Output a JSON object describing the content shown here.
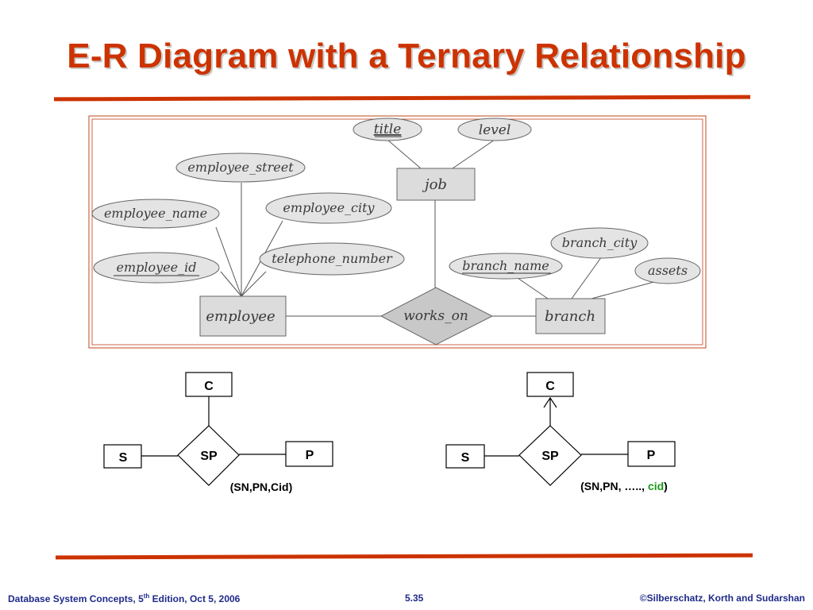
{
  "slide": {
    "title": "E-R Diagram with a Ternary Relationship"
  },
  "er_diagram": {
    "entities": {
      "job": "job",
      "employee": "employee",
      "branch": "branch"
    },
    "relationship": "works_on",
    "attributes": {
      "title": "title",
      "level": "level",
      "employee_street": "employee_street",
      "employee_name": "employee_name",
      "employee_city": "employee_city",
      "employee_id": "employee_id",
      "telephone_number": "telephone_number",
      "branch_city": "branch_city",
      "branch_name": "branch_name",
      "assets": "assets"
    },
    "key_attributes": [
      "title",
      "employee_id",
      "branch_name"
    ]
  },
  "left_diagram": {
    "top_box": "C",
    "left_box": "S",
    "right_box": "P",
    "relationship": "SP",
    "key_label": "(SN,PN,Cid)"
  },
  "right_diagram": {
    "top_box": "C",
    "left_box": "S",
    "right_box": "P",
    "relationship": "SP",
    "key_prefix": "(SN,PN, ….., ",
    "key_highlight": "cid",
    "key_suffix": ")"
  },
  "footer": {
    "book": "Database System Concepts, 5",
    "book_sup": "th",
    "book_rest": " Edition, Oct 5,  2006",
    "page": "5.35",
    "copyright": "©Silberschatz, Korth and Sudarshan"
  },
  "colors": {
    "title": "#cc3300",
    "rule": "#cc3300",
    "footer": "#1f2a8a",
    "highlight": "#1a9a1a",
    "shape_fill": "#dcdcdc"
  }
}
